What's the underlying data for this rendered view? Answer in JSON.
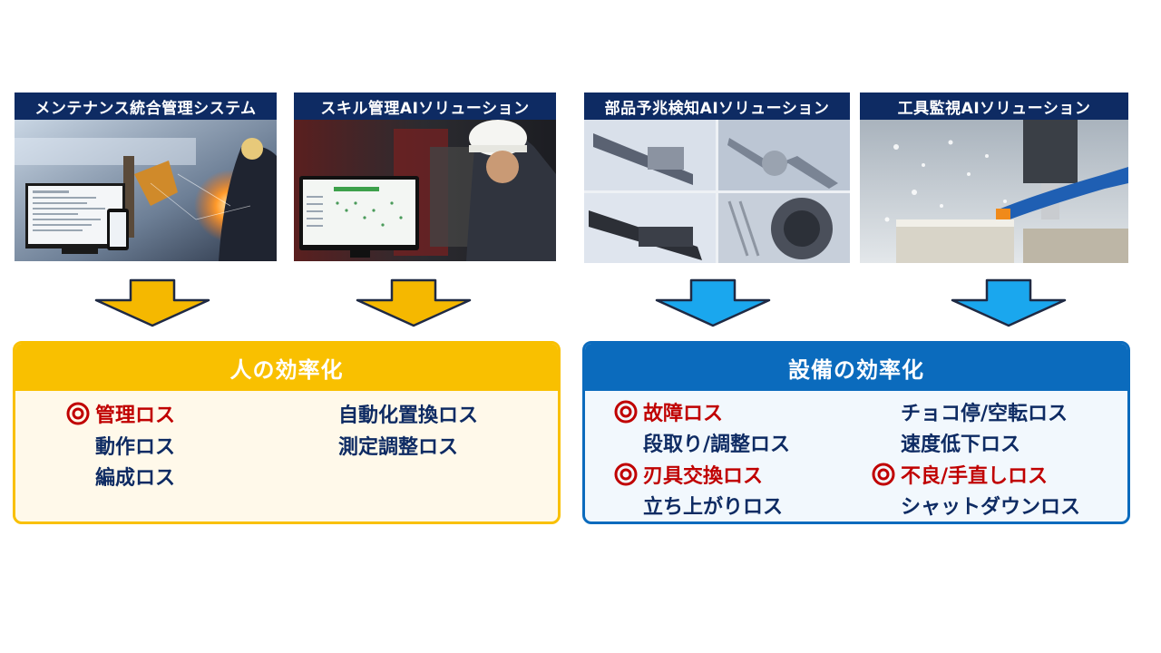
{
  "cards": [
    {
      "title": "メンテナンス統合管理システム",
      "image": "maintenance-system-photo"
    },
    {
      "title": "スキル管理AIソリューション",
      "image": "skill-management-photo"
    },
    {
      "title": "部品予兆検知AIソリューション",
      "image": "parts-prediction-photo"
    },
    {
      "title": "工具監視AIソリューション",
      "image": "tool-monitoring-photo"
    }
  ],
  "colors": {
    "header_navy": "#0e2b63",
    "people_accent": "#f9c000",
    "people_bg": "#fff9ea",
    "equipment_accent": "#0b6bbd",
    "equipment_bg": "#f2f8fd",
    "important_red": "#c00000",
    "arrow_yellow": "#f5b800",
    "arrow_blue": "#1aa7ee"
  },
  "people_panel": {
    "title": "人の効率化",
    "col1": [
      {
        "text": "管理ロス",
        "important": true
      },
      {
        "text": "動作ロス",
        "important": false
      },
      {
        "text": "編成ロス",
        "important": false
      }
    ],
    "col2": [
      {
        "text": "自動化置換ロス",
        "important": false
      },
      {
        "text": "測定調整ロス",
        "important": false
      }
    ]
  },
  "equipment_panel": {
    "title": "設備の効率化",
    "col1": [
      {
        "text": "故障ロス",
        "important": true
      },
      {
        "text": "段取り/調整ロス",
        "important": false
      },
      {
        "text": "刃具交換ロス",
        "important": true
      },
      {
        "text": "立ち上がりロス",
        "important": false
      }
    ],
    "col2": [
      {
        "text": "チョコ停/空転ロス",
        "important": false
      },
      {
        "text": "速度低下ロス",
        "important": false
      },
      {
        "text": "不良/手直しロス",
        "important": true
      },
      {
        "text": "シャットダウンロス",
        "important": false
      }
    ]
  }
}
